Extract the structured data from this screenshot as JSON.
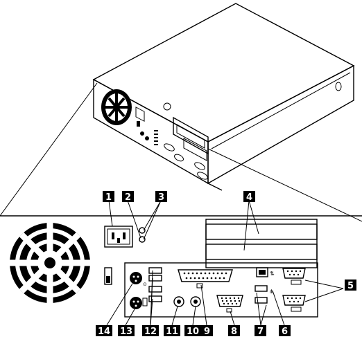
{
  "callouts": [
    {
      "id": "1",
      "label": "1"
    },
    {
      "id": "2",
      "label": "2"
    },
    {
      "id": "3",
      "label": "3"
    },
    {
      "id": "4",
      "label": "4"
    },
    {
      "id": "5",
      "label": "5"
    },
    {
      "id": "6",
      "label": "6"
    },
    {
      "id": "7",
      "label": "7"
    },
    {
      "id": "8",
      "label": "8"
    },
    {
      "id": "9",
      "label": "9"
    },
    {
      "id": "10",
      "label": "10"
    },
    {
      "id": "11",
      "label": "11"
    },
    {
      "id": "12",
      "label": "12"
    },
    {
      "id": "13",
      "label": "13"
    },
    {
      "id": "14",
      "label": "14"
    }
  ],
  "colors": {
    "ink": "#000000",
    "paper": "#ffffff",
    "callout_bg": "#000000",
    "callout_text": "#ffffff"
  }
}
